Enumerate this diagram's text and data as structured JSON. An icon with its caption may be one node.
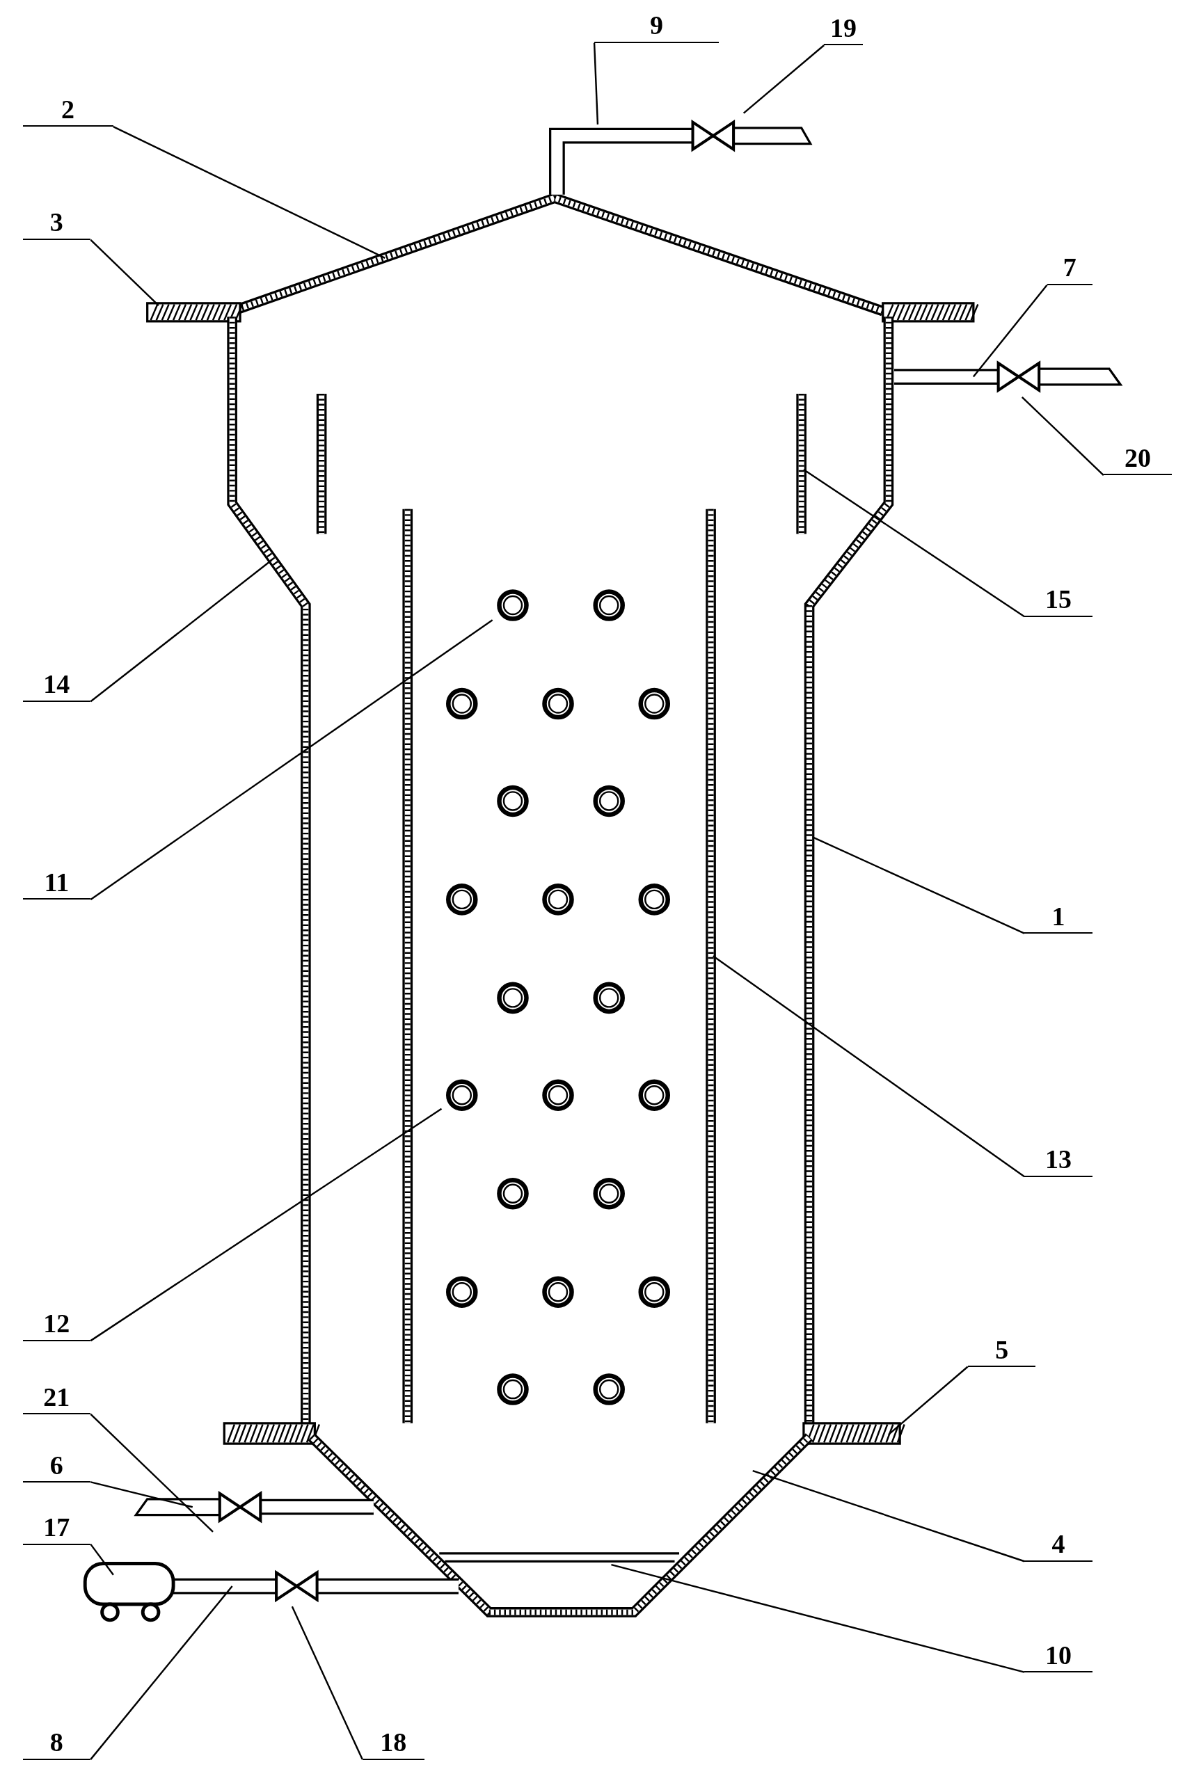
{
  "diagram": {
    "nodes": [
      {
        "text": [
          "9"
        ]
      },
      {
        "text": [
          "19"
        ]
      },
      {
        "text": [
          "2"
        ]
      },
      {
        "text": [
          "3"
        ]
      },
      {
        "text": [
          "7"
        ]
      },
      {
        "text": [
          "20"
        ]
      },
      {
        "text": [
          "15"
        ]
      },
      {
        "text": [
          "14"
        ]
      },
      {
        "text": [
          "11"
        ]
      },
      {
        "text": [
          "1"
        ]
      },
      {
        "text": [
          "13"
        ]
      },
      {
        "text": [
          "12"
        ]
      },
      {
        "text": [
          "5"
        ]
      },
      {
        "text": [
          "21"
        ]
      },
      {
        "text": [
          "6"
        ]
      },
      {
        "text": [
          "17"
        ]
      },
      {
        "text": [
          "4"
        ]
      },
      {
        "text": [
          "10"
        ]
      },
      {
        "text": [
          "18"
        ]
      },
      {
        "text": [
          "8"
        ]
      }
    ],
    "edges": [
      {
        "from": 0,
        "to": null,
        "arrow": "none"
      },
      {
        "from": 1,
        "to": null,
        "arrow": "none"
      },
      {
        "from": 2,
        "to": null,
        "arrow": "none"
      },
      {
        "from": 3,
        "to": null,
        "arrow": "none"
      },
      {
        "from": 4,
        "to": null,
        "arrow": "none"
      },
      {
        "from": 5,
        "to": null,
        "arrow": "none"
      },
      {
        "from": 6,
        "to": null,
        "arrow": "none"
      },
      {
        "from": 7,
        "to": null,
        "arrow": "none"
      },
      {
        "from": 8,
        "to": null,
        "arrow": "none"
      },
      {
        "from": 9,
        "to": null,
        "arrow": "none"
      },
      {
        "from": 10,
        "to": null,
        "arrow": "none"
      },
      {
        "from": 11,
        "to": null,
        "arrow": "none"
      },
      {
        "from": 12,
        "to": null,
        "arrow": "none"
      },
      {
        "from": 13,
        "to": null,
        "arrow": "none"
      },
      {
        "from": 14,
        "to": null,
        "arrow": "none"
      },
      {
        "from": 15,
        "to": null,
        "arrow": "none"
      },
      {
        "from": 16,
        "to": null,
        "arrow": "none"
      },
      {
        "from": 17,
        "to": null,
        "arrow": "none"
      },
      {
        "from": 18,
        "to": null,
        "arrow": "none"
      },
      {
        "from": 19,
        "to": null,
        "arrow": "none"
      }
    ]
  }
}
